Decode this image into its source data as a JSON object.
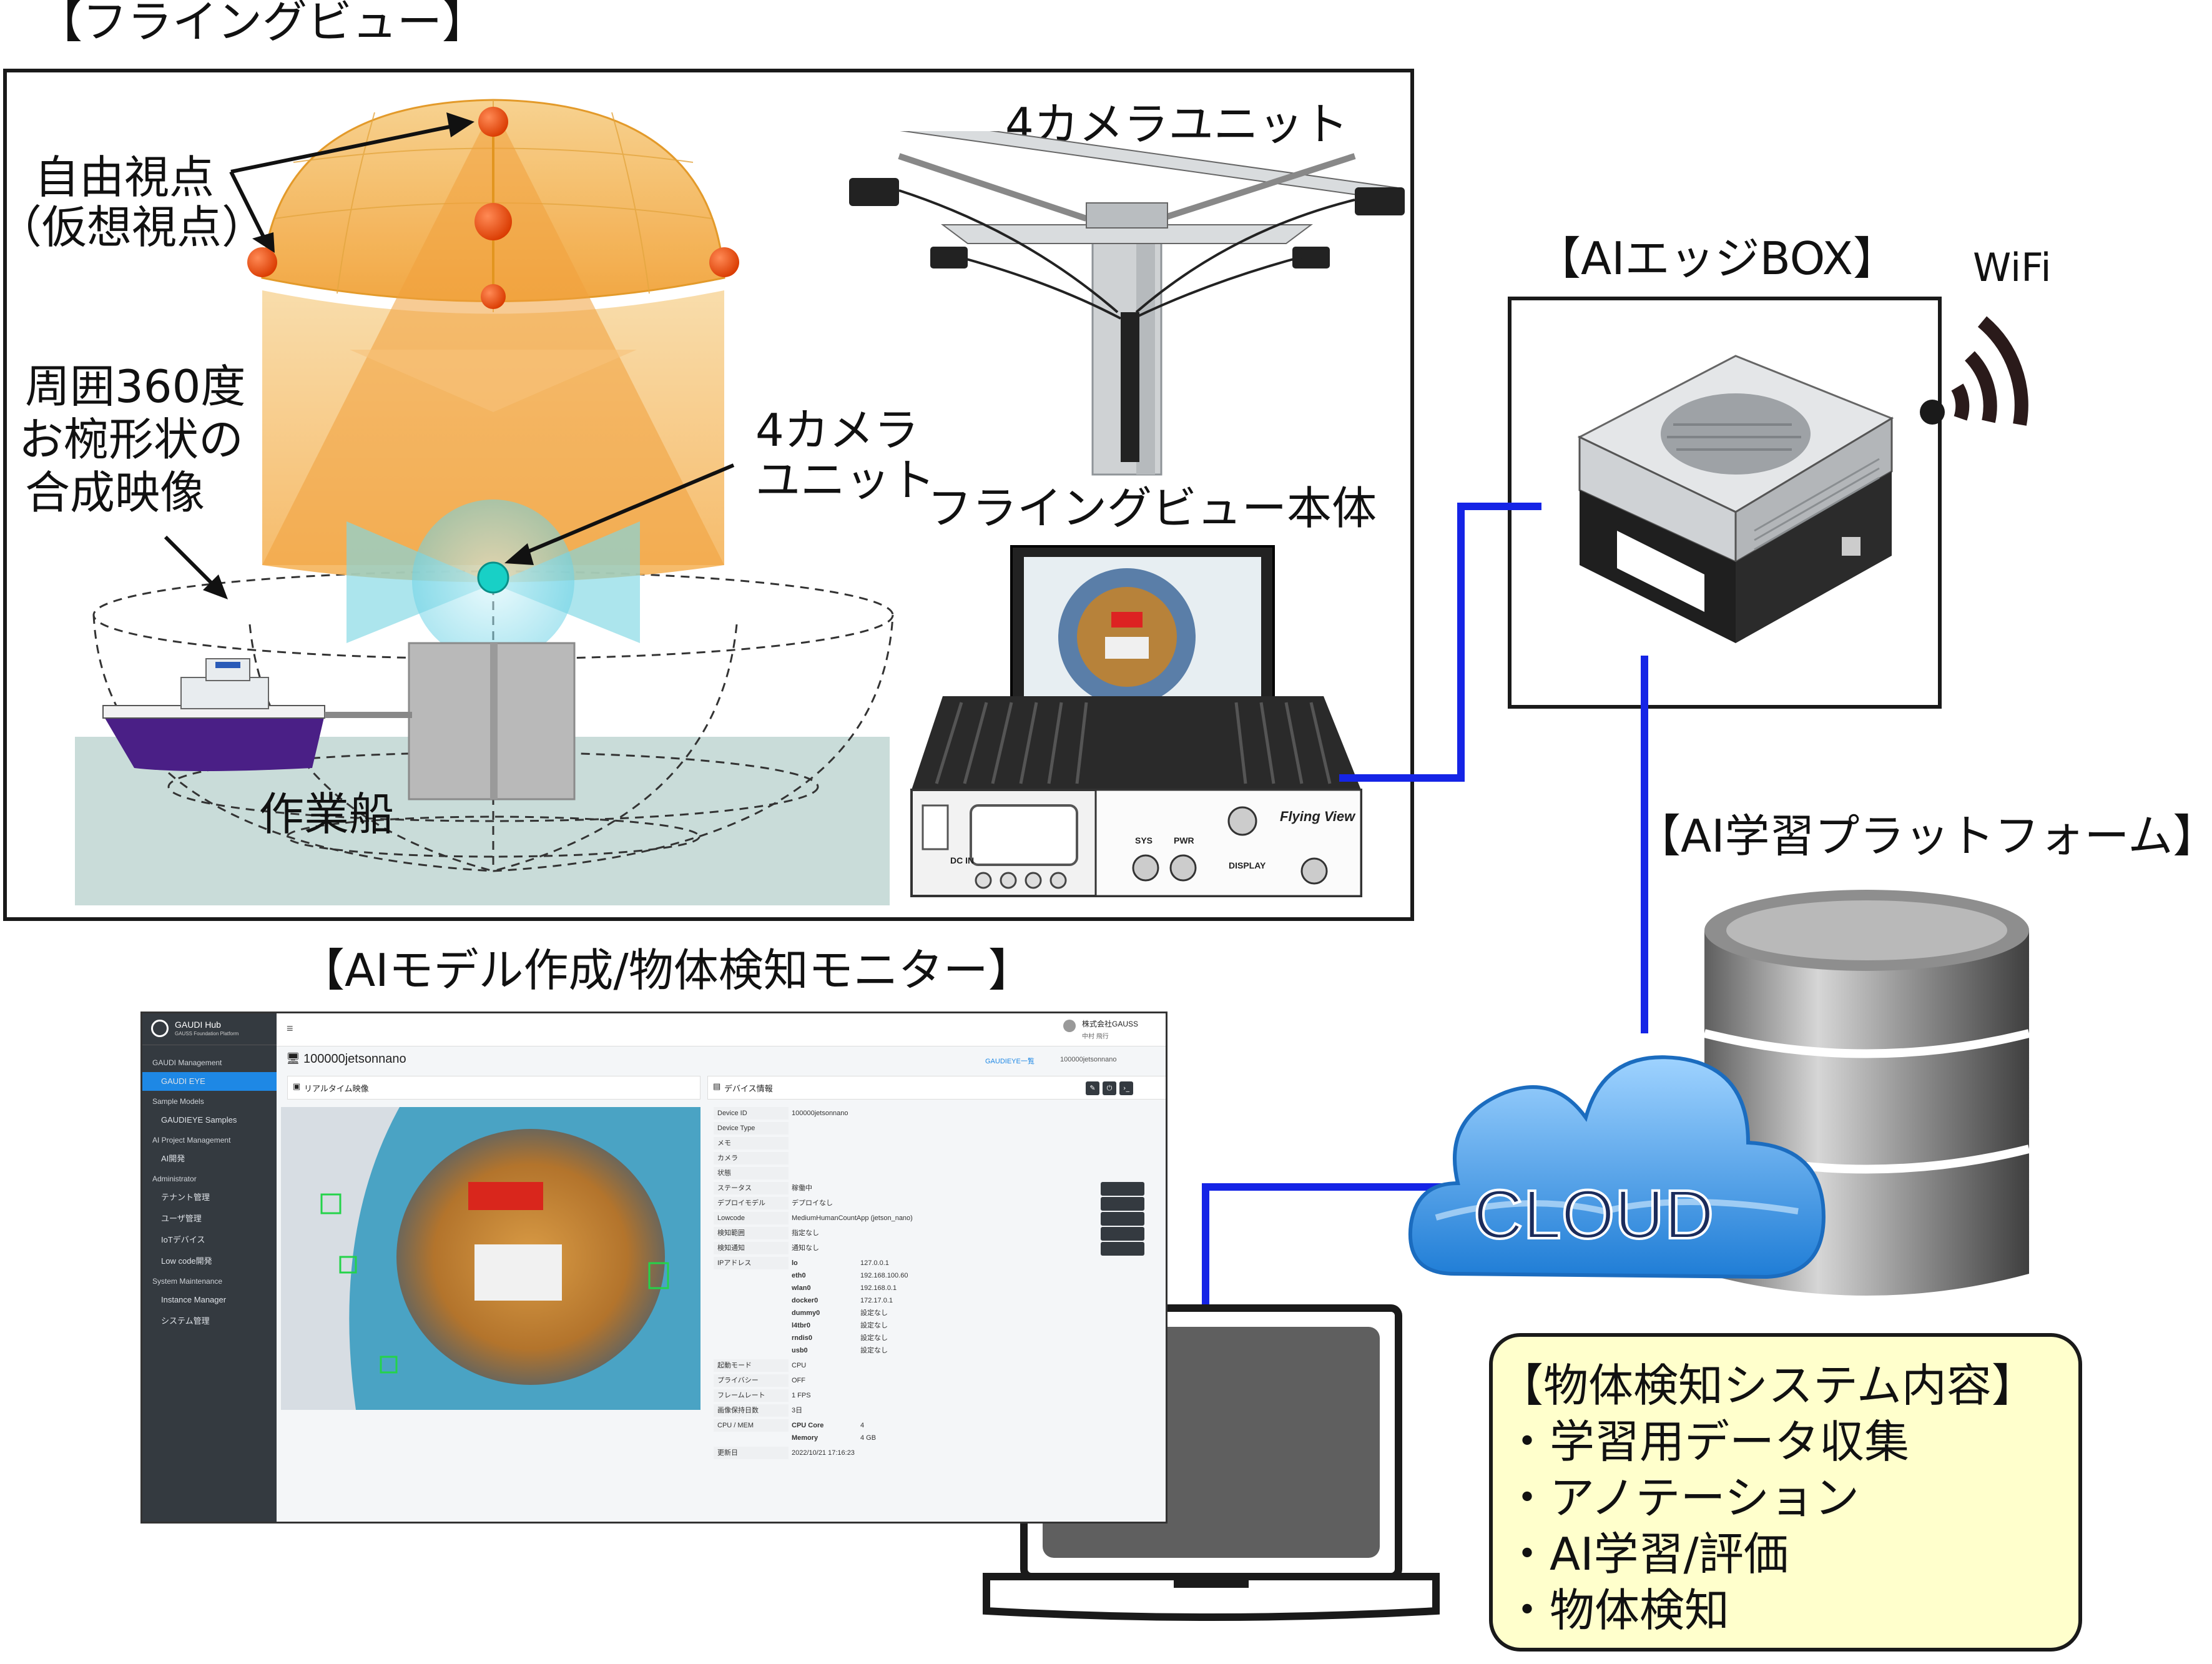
{
  "labels": {
    "flying_view_title": "【フライングビュー】",
    "free_viewpoint_1": "自由視点",
    "free_viewpoint_2": "（仮想視点）",
    "surround_1": "周囲360度",
    "surround_2": "お椀形状の",
    "surround_3": "合成映像",
    "camera_unit_top": "4カメラユニット",
    "camera_unit_inner_1": "4カメラ",
    "camera_unit_inner_2": "ユニット",
    "main_body": "フライングビュー本体",
    "work_ship": "作業船",
    "edge_box": "【AIエッジBOX】",
    "wifi": "WiFi",
    "learning_platform": "【AI学習プラットフォーム】",
    "monitor_title": "【AIモデル作成/物体検知モニター】",
    "cloud": "CLOUD",
    "device_brand": "Flying View",
    "device_port_1": "SYS",
    "device_port_2": "PWR",
    "device_port_3": "DISPLAY",
    "device_port_4": "DC IN"
  },
  "system_box": {
    "title": "【物体検知システム内容】",
    "items": [
      "・学習用データ収集",
      "・アノテーション",
      "・AI学習/評価",
      "・物体検知"
    ]
  },
  "screenshot": {
    "app_name": "GAUDI Hub",
    "app_sub": "GAUSS Foundation Platform",
    "company": "株式会社GAUSS",
    "user": "中村 飛行",
    "page_title": "100000jetsonnano",
    "breadcrumb_1": "GAUDIEYE一覧",
    "breadcrumb_2": "100000jetsonnano",
    "panel_video": "リアルタイム映像",
    "panel_info": "デバイス情報",
    "sidebar": [
      {
        "type": "head",
        "text": "GAUDI Management"
      },
      {
        "type": "item",
        "text": "GAUDI EYE",
        "active": true
      },
      {
        "type": "head",
        "text": "Sample Models"
      },
      {
        "type": "item",
        "text": "GAUDIEYE Samples"
      },
      {
        "type": "head",
        "text": "AI Project Management"
      },
      {
        "type": "item",
        "text": "AI開発"
      },
      {
        "type": "head",
        "text": "Administrator"
      },
      {
        "type": "item",
        "text": "テナント管理"
      },
      {
        "type": "item",
        "text": "ユーザ管理"
      },
      {
        "type": "item",
        "text": "IoTデバイス"
      },
      {
        "type": "item",
        "text": "Low code開発"
      },
      {
        "type": "head",
        "text": "System Maintenance"
      },
      {
        "type": "item",
        "text": "Instance Manager"
      },
      {
        "type": "item",
        "text": "システム管理"
      }
    ],
    "rows": [
      {
        "label": "Device ID",
        "value": "100000jetsonnano"
      },
      {
        "label": "Device Type",
        "value": ""
      },
      {
        "label": "メモ",
        "value": ""
      },
      {
        "label": "カメラ",
        "value": ""
      },
      {
        "label": "状態",
        "value": ""
      },
      {
        "label": "ステータス",
        "value": "稼働中"
      },
      {
        "label": "デプロイモデル",
        "value": "デプロイなし"
      },
      {
        "label": "Lowcode",
        "value": "MediumHumanCountApp (jetson_nano)"
      },
      {
        "label": "検知範囲",
        "value": "指定なし"
      },
      {
        "label": "検知通知",
        "value": "通知なし"
      },
      {
        "label": "IPアドレス",
        "value": ""
      },
      {
        "label": "起動モード",
        "value": "CPU"
      },
      {
        "label": "プライバシー",
        "value": "OFF"
      },
      {
        "label": "フレームレート",
        "value": "1 FPS"
      },
      {
        "label": "画像保持日数",
        "value": "3日"
      },
      {
        "label": "CPU / MEM",
        "value": ""
      },
      {
        "label": "更新日",
        "value": "2022/10/21 17:16:23"
      }
    ],
    "ip_table": [
      {
        "if": "lo",
        "addr": "127.0.0.1"
      },
      {
        "if": "eth0",
        "addr": "192.168.100.60"
      },
      {
        "if": "wlan0",
        "addr": "192.168.0.1"
      },
      {
        "if": "docker0",
        "addr": "172.17.0.1"
      },
      {
        "if": "dummy0",
        "addr": "設定なし"
      },
      {
        "if": "l4tbr0",
        "addr": "設定なし"
      },
      {
        "if": "rndis0",
        "addr": "設定なし"
      },
      {
        "if": "usb0",
        "addr": "設定なし"
      }
    ],
    "cpu_rows": [
      {
        "k": "CPU Core",
        "v": "4"
      },
      {
        "k": "Memory",
        "v": "4 GB"
      }
    ]
  },
  "colors": {
    "connector": "#1524e6",
    "frame": "#1a1a1a",
    "note_bg": "#ffffcc",
    "sidebar_bg": "#343a40",
    "sidebar_active": "#1e88e5",
    "dome_orange": "#f5a623",
    "water": "#c9dcd9",
    "cloud_blue": "#2f8fe0"
  }
}
